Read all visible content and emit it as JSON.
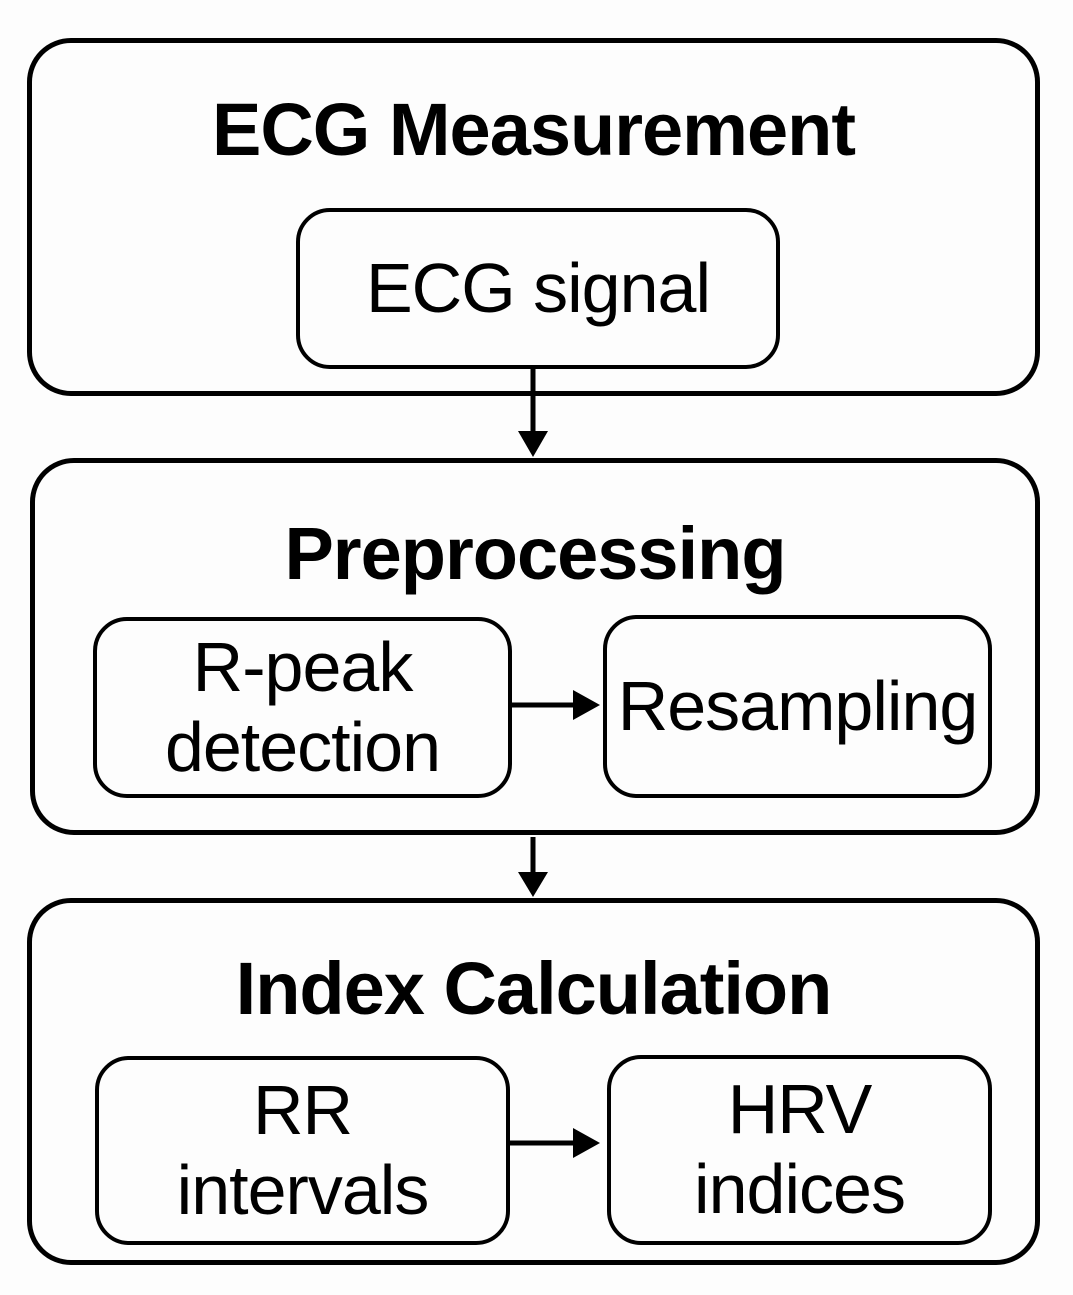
{
  "stages": [
    {
      "title": "ECG Measurement",
      "nodes": [
        {
          "lines": [
            "ECG signal"
          ]
        }
      ]
    },
    {
      "title": "Preprocessing",
      "nodes": [
        {
          "lines": [
            "R-peak",
            "detection"
          ]
        },
        {
          "lines": [
            "Resampling"
          ]
        }
      ]
    },
    {
      "title": "Index Calculation",
      "nodes": [
        {
          "lines": [
            "RR",
            "intervals"
          ]
        },
        {
          "lines": [
            "HRV",
            "indices"
          ]
        }
      ]
    }
  ],
  "connections": [
    {
      "from": "ECG signal",
      "to": "Preprocessing",
      "direction": "down"
    },
    {
      "from": "R-peak detection",
      "to": "Resampling",
      "direction": "right"
    },
    {
      "from": "Preprocessing",
      "to": "Index Calculation",
      "direction": "down"
    },
    {
      "from": "RR intervals",
      "to": "HRV indices",
      "direction": "right"
    }
  ],
  "colors": {
    "stroke": "#000000",
    "background": "#fdfdfd",
    "text": "#000000"
  }
}
